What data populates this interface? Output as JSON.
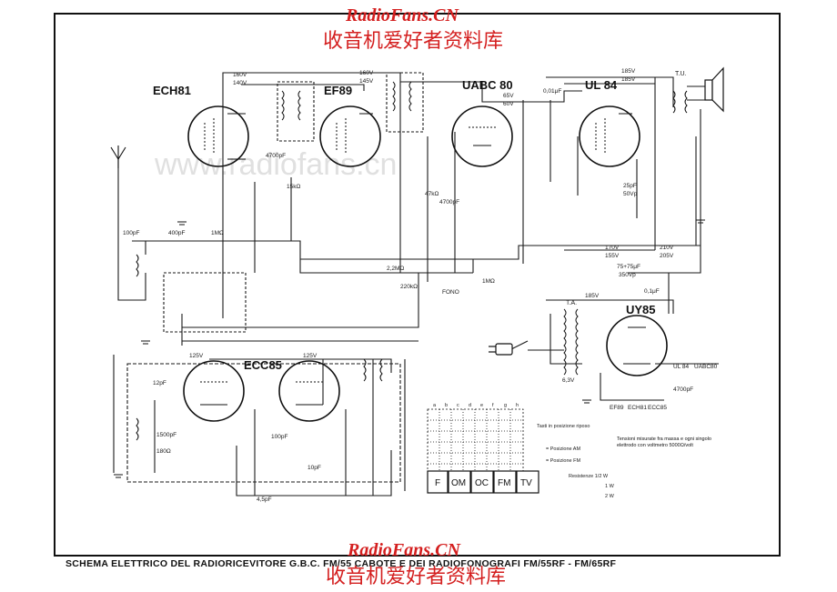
{
  "watermark": {
    "site": "RadioFans.CN",
    "chinese": "收音机爱好者资料库",
    "ghost": "www.radiofans.cn"
  },
  "title": "SCHEMA ELETTRICO DEL RADIORICEVITORE G.B.C. FM/55 CABOTE E DEI RADIOFONOGRAFI FM/55RF - FM/65RF",
  "tubes": [
    {
      "name": "ECH81"
    },
    {
      "name": "EF89"
    },
    {
      "name": "UABC 80"
    },
    {
      "name": "UL 84"
    },
    {
      "name": "ECC85"
    },
    {
      "name": "UY85"
    }
  ],
  "output": {
    "transformer": "T.U."
  },
  "power": {
    "transformer": "T.A."
  },
  "voltages": {
    "v160": "160V",
    "v140": "140V",
    "v145": "145V",
    "v185a": "185V",
    "v185b": "185V",
    "v60a": "65V",
    "v60b": "60V",
    "v125a": "125V",
    "v125b": "125V",
    "v170": "170V",
    "v155": "155V",
    "v210": "210V",
    "v205": "205V",
    "v185c": "185V",
    "v63": "6,3V"
  },
  "components": {
    "c1": "100pF",
    "c2": "400pF",
    "r1": "1MΩ",
    "c3": "4700pF",
    "r2": "15kΩ",
    "r3": "47kΩ",
    "c4": "0,01μF",
    "r4": "1MΩ",
    "c5": "25pF",
    "c6": "50Vp",
    "c7": "75+75μF",
    "c8": "350Vp",
    "c9": "0,1μF",
    "c10": "12pF",
    "c11": "1500pF",
    "r5": "180Ω",
    "c12": "100pF",
    "c13": "10pF",
    "c14": "4700pF",
    "c15": "4,5pF",
    "r6": "2,2MΩ",
    "r7": "220kΩ",
    "fono": "FONO",
    "ul84": "UL 84",
    "uabc80": "UABC80",
    "ef89": "EF89",
    "ech81": "ECH81",
    "ecc85": "ECC85",
    "c16": "4700pF"
  },
  "switchboard": {
    "columns": [
      "a",
      "b",
      "c",
      "d",
      "e",
      "f",
      "g",
      "h"
    ],
    "buttons": [
      "F",
      "OM",
      "OC",
      "FM",
      "TV"
    ]
  },
  "legend": {
    "keys_rest": "Tasti in posizione riposo",
    "am": "= Posizione AM",
    "fm": "= Posizione FM",
    "measure": "Tensioni misurate fra massa e ogni singolo elettrodo con voltmetro 5000Ω/volt",
    "res1": "Resistenze 1/2 W",
    "res2": "1 W",
    "res3": "2 W"
  }
}
